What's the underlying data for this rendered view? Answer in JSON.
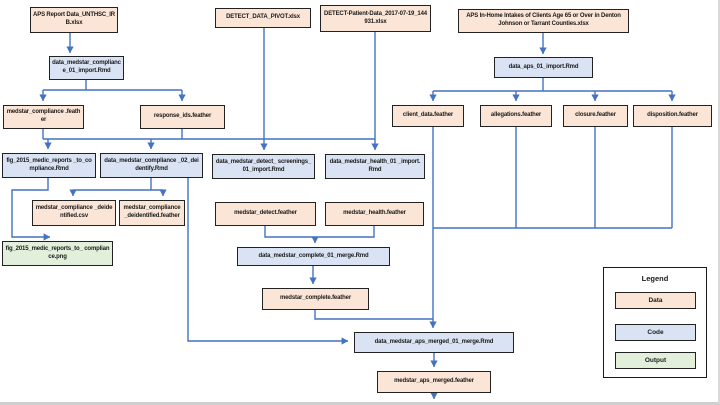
{
  "legend": {
    "title": "Legend",
    "items": [
      "Data",
      "Code",
      "Output"
    ]
  },
  "colors": {
    "data_fill": "#FBE5D6",
    "code_fill": "#DAE3F3",
    "output_fill": "#E2EFDA",
    "connector": "#4472C4",
    "node_border": "#222222"
  },
  "nodes": {
    "aps_report_xlsx": {
      "label": "APS Report Data_UNTHSC_IRB.xlsx",
      "type": "data"
    },
    "detect_data_pivot_xlsx": {
      "label": "DETECT_DATA_PIVOT.xlsx",
      "type": "data"
    },
    "detect_patient_data_xlsx": {
      "label": "DETECT-Patient-Data_2017-07-19_144931.xlsx",
      "type": "data"
    },
    "aps_inhome_intakes_xlsx": {
      "label": "APS In-Home Intakes of Clients Age 65 or Over in Denton Johnson or Tarrant Counties.xlsx",
      "type": "data"
    },
    "data_medstar_compliance_01_import_rmd": {
      "label": "data_medstar_compliance_01_import.Rmd",
      "type": "code"
    },
    "data_aps_01_import_rmd": {
      "label": "data_aps_01_import.Rmd",
      "type": "code"
    },
    "medstar_compliance_feather": {
      "label": "medstar_compliance .feather",
      "type": "data"
    },
    "response_ids_feather": {
      "label": "response_ids.feather",
      "type": "data"
    },
    "client_data_feather": {
      "label": "client_data.feather",
      "type": "data"
    },
    "allegations_feather": {
      "label": "allegations.feather",
      "type": "data"
    },
    "closure_feather": {
      "label": "closure.feather",
      "type": "data"
    },
    "disposition_feather": {
      "label": "disposition.feather",
      "type": "data"
    },
    "fig_2015_medic_reports_to_compliance_rmd": {
      "label": "fig_2015_medic_reports _to_compliance.Rmd",
      "type": "code"
    },
    "data_medstar_compliance_02_deidentify_rmd": {
      "label": "data_medstar_compliance _02_deidentify.Rmd",
      "type": "code"
    },
    "data_medstar_detect_screenings_01_import_rmd": {
      "label": "data_medstar_detect_ screenings_01_import.Rmd",
      "type": "code"
    },
    "data_medstar_health_01_import_rmd": {
      "label": "data_medstar_health_01 _import.Rmd",
      "type": "code"
    },
    "medstar_compliance_deidentified_csv": {
      "label": "medstar_compliance _deidentified.csv",
      "type": "data"
    },
    "medstar_compliance_deidentified_feather": {
      "label": "medstar_compliance _deidentified.feather",
      "type": "data"
    },
    "medstar_detect_feather": {
      "label": "medstar_detect.feather",
      "type": "data"
    },
    "medstar_health_feather": {
      "label": "medstar_health.feather",
      "type": "data"
    },
    "fig_2015_medic_reports_to_compliance_png": {
      "label": "fig_2015_medic_reports_to_ compliance.png",
      "type": "output"
    },
    "data_medstar_complete_01_merge_rmd": {
      "label": "data_medstar_complete_01_merge.Rmd",
      "type": "code"
    },
    "medstar_complete_feather": {
      "label": "medstar_complete.feather",
      "type": "data"
    },
    "data_medstar_aps_merged_01_merge_rmd": {
      "label": "data_medstar_aps_merged_01_merge.Rmd",
      "type": "code"
    },
    "medstar_aps_merged_feather": {
      "label": "medstar_aps_merged.feather",
      "type": "data"
    }
  },
  "edges": [
    {
      "from": "aps_report_xlsx",
      "to": "data_medstar_compliance_01_import_rmd"
    },
    {
      "from": "detect_data_pivot_xlsx",
      "to": "data_medstar_detect_screenings_01_import_rmd"
    },
    {
      "from": "detect_patient_data_xlsx",
      "to": "data_medstar_health_01_import_rmd"
    },
    {
      "from": "aps_inhome_intakes_xlsx",
      "to": "data_aps_01_import_rmd"
    },
    {
      "from": "data_medstar_compliance_01_import_rmd",
      "to": "medstar_compliance_feather"
    },
    {
      "from": "data_medstar_compliance_01_import_rmd",
      "to": "response_ids_feather"
    },
    {
      "from": "data_aps_01_import_rmd",
      "to": "client_data_feather"
    },
    {
      "from": "data_aps_01_import_rmd",
      "to": "allegations_feather"
    },
    {
      "from": "data_aps_01_import_rmd",
      "to": "closure_feather"
    },
    {
      "from": "data_aps_01_import_rmd",
      "to": "disposition_feather"
    },
    {
      "from": "medstar_compliance_feather",
      "to": "fig_2015_medic_reports_to_compliance_rmd"
    },
    {
      "from": "medstar_compliance_feather",
      "to": "data_medstar_compliance_02_deidentify_rmd"
    },
    {
      "from": "response_ids_feather",
      "to": "data_medstar_compliance_02_deidentify_rmd"
    },
    {
      "from": "response_ids_feather",
      "to": "data_medstar_detect_screenings_01_import_rmd"
    },
    {
      "from": "response_ids_feather",
      "to": "data_medstar_health_01_import_rmd"
    },
    {
      "from": "fig_2015_medic_reports_to_compliance_rmd",
      "to": "fig_2015_medic_reports_to_compliance_png"
    },
    {
      "from": "data_medstar_compliance_02_deidentify_rmd",
      "to": "medstar_compliance_deidentified_csv"
    },
    {
      "from": "data_medstar_compliance_02_deidentify_rmd",
      "to": "medstar_compliance_deidentified_feather"
    },
    {
      "from": "data_medstar_compliance_02_deidentify_rmd",
      "to": "data_medstar_aps_merged_01_merge_rmd"
    },
    {
      "from": "data_medstar_detect_screenings_01_import_rmd",
      "to": "medstar_detect_feather"
    },
    {
      "from": "data_medstar_health_01_import_rmd",
      "to": "medstar_health_feather"
    },
    {
      "from": "medstar_detect_feather",
      "to": "data_medstar_complete_01_merge_rmd"
    },
    {
      "from": "medstar_health_feather",
      "to": "data_medstar_complete_01_merge_rmd"
    },
    {
      "from": "data_medstar_complete_01_merge_rmd",
      "to": "medstar_complete_feather"
    },
    {
      "from": "medstar_complete_feather",
      "to": "data_medstar_aps_merged_01_merge_rmd"
    },
    {
      "from": "client_data_feather",
      "to": "data_medstar_aps_merged_01_merge_rmd"
    },
    {
      "from": "allegations_feather",
      "to": "data_medstar_aps_merged_01_merge_rmd"
    },
    {
      "from": "closure_feather",
      "to": "data_medstar_aps_merged_01_merge_rmd"
    },
    {
      "from": "disposition_feather",
      "to": "data_medstar_aps_merged_01_merge_rmd"
    },
    {
      "from": "data_medstar_aps_merged_01_merge_rmd",
      "to": "medstar_aps_merged_feather"
    },
    {
      "from": "medstar_aps_merged_feather",
      "to": "(continues below)"
    }
  ]
}
